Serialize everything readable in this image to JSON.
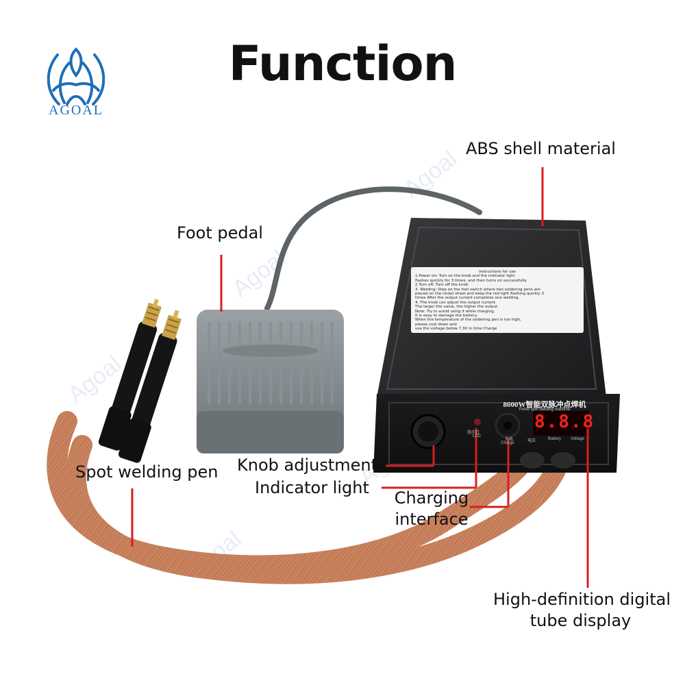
{
  "header": {
    "title": "Function"
  },
  "brand": {
    "logo_text": "AGOAL",
    "watermark": "Agoal"
  },
  "labels": {
    "abs_shell": "ABS shell material",
    "foot_pedal": "Foot pedal",
    "spot_welding_pen": "Spot welding pen",
    "knob_adjustment": "Knob adjustment",
    "indicator_light": "Indicator light",
    "charging_interface_l1": "Charging",
    "charging_interface_l2": "interface",
    "display_l1": "High-definition digital",
    "display_l2": "tube display"
  },
  "device": {
    "model_cn": "8000W智能双脉冲点焊机",
    "model_en": "Pulse spot welding machine",
    "display_digits": "8.8.8",
    "panel_led": "指示灯",
    "panel_led_en": "LED",
    "panel_charge_cn": "充电",
    "panel_charge": "Charge",
    "panel_voltage_cn": "电压",
    "panel_battery": "Battery",
    "panel_voltage": "Voltage",
    "instructions": [
      "Instructions for use",
      "1.Power on: Turn on the knob and the indicator light",
      "flashes quickly for 3 times, and then turns on successfully.",
      "2.Turn off: Turn off the knob",
      "3. Welding: Step on the foot switch where two soldering pens are",
      "placed on the nickel sheet and keep the red light flashing quickly 3",
      "times After the output current completes one welding.",
      "4. The knob can adjust the output current.",
      "The larger the value, the higher the output.",
      "Note: Try to avoid using it while charging,",
      "It is easy to damage the battery.",
      "When the temperature of the soldering pen is too high,",
      "please cool down and",
      "use the voltage below 7.3V in time Charge"
    ]
  },
  "colors": {
    "accent_line": "#d81e1e",
    "logo_blue": "#1e6fb8",
    "copper": "#c8784a",
    "device_body": "#1f1f21",
    "pedal": "#7d8488"
  }
}
